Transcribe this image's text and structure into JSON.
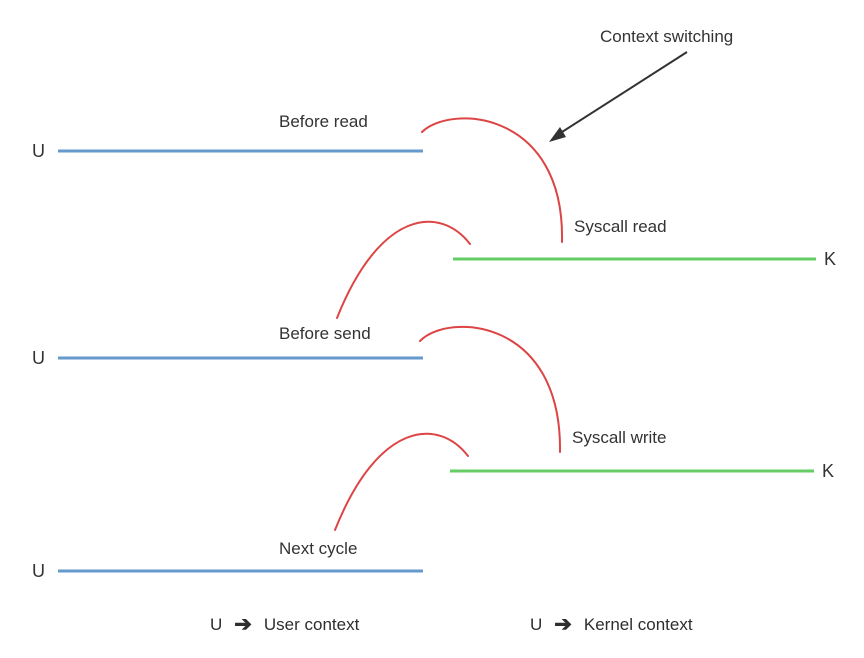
{
  "diagram": {
    "annotation": "Context switching",
    "labels": {
      "before_read": "Before read",
      "syscall_read": "Syscall read",
      "before_send": "Before send",
      "syscall_write": "Syscall write",
      "next_cycle": "Next cycle"
    },
    "axis_labels": {
      "user": "U",
      "kernel": "K"
    },
    "legend": [
      {
        "prefix": "U",
        "arrow": "➔",
        "label": "User context"
      },
      {
        "prefix": "U",
        "arrow": "➔",
        "label": "Kernel context"
      }
    ],
    "colors": {
      "user_line": "#6699cc",
      "kernel_line": "#66cc66",
      "switch_arc": "#dd4545",
      "annotation_arrow": "#333333",
      "text": "#333333",
      "background": "#ffffff"
    }
  }
}
